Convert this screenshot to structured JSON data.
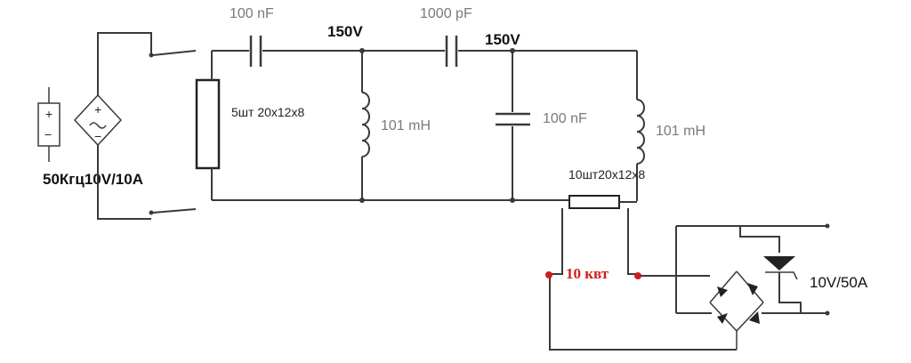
{
  "source": {
    "label": "50Кгц10V/10A",
    "dc_plus": "+",
    "dc_minus": "−",
    "ac_plus": "+",
    "ac_minus": "−"
  },
  "transformer1": {
    "label": "5шт  20x12x8"
  },
  "capacitors": {
    "c1": "100 nF",
    "c2": "1000 pF",
    "c3": "100 nF"
  },
  "inductors": {
    "l1": "101 mH",
    "l2": "101 mH"
  },
  "voltages": {
    "v1": "150V",
    "v2": "150V"
  },
  "transformer2": {
    "label": "10шт20x12x8"
  },
  "power_label": "10 квт",
  "output_label": "10V/50A",
  "colors": {
    "wire": "#3a3a3a",
    "accent": "#cc1f1f"
  }
}
